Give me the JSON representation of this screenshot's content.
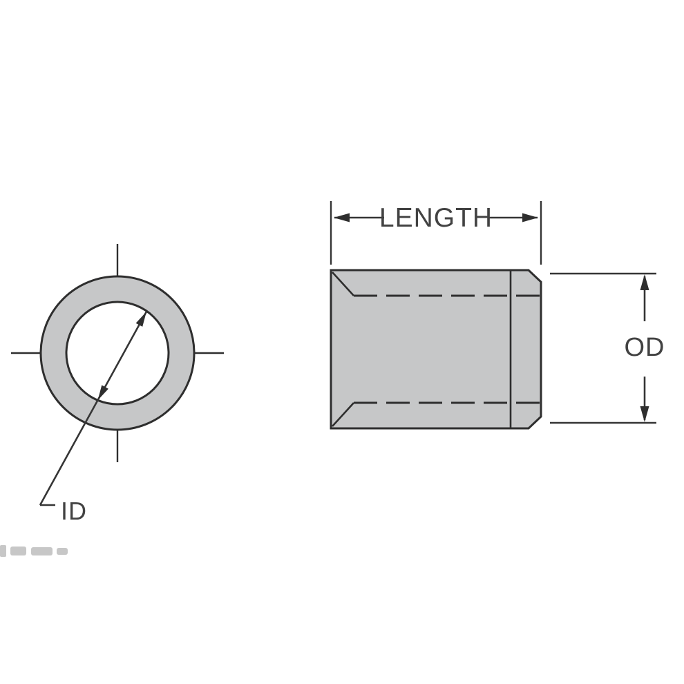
{
  "diagram": {
    "labels": {
      "length": "LENGTH",
      "od": "OD",
      "id": "ID"
    },
    "colors": {
      "part_fill": "#c6c7c8",
      "line": "#2e2e2e",
      "text": "#424242",
      "background": "#ffffff"
    }
  }
}
